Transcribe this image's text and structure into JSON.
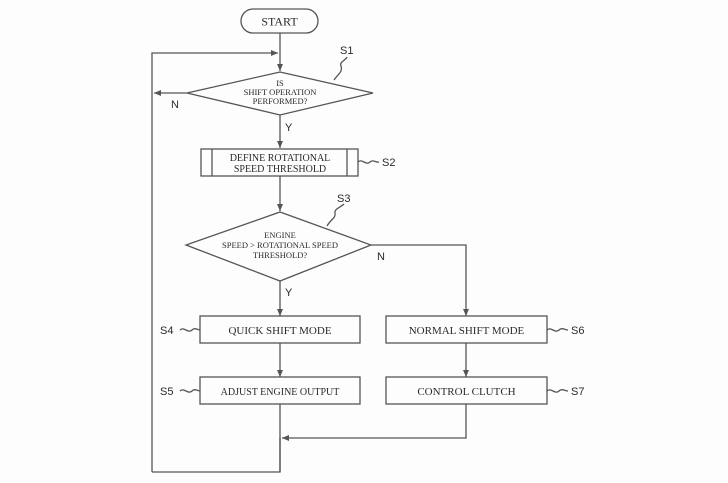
{
  "flowchart": {
    "start": {
      "label": "START"
    },
    "s1": {
      "step": "S1",
      "lines": [
        "IS",
        "SHIFT OPERATION",
        "PERFORMED?"
      ],
      "yes": "Y",
      "no": "N"
    },
    "s2": {
      "step": "S2",
      "lines": [
        "DEFINE ROTATIONAL",
        "SPEED THRESHOLD"
      ]
    },
    "s3": {
      "step": "S3",
      "lines": [
        "ENGINE",
        "SPEED > ROTATIONAL SPEED",
        "THRESHOLD?"
      ],
      "yes": "Y",
      "no": "N"
    },
    "s4": {
      "step": "S4",
      "label": "QUICK SHIFT MODE"
    },
    "s5": {
      "step": "S5",
      "label": "ADJUST ENGINE OUTPUT"
    },
    "s6": {
      "step": "S6",
      "label": "NORMAL SHIFT MODE"
    },
    "s7": {
      "step": "S7",
      "label": "CONTROL CLUTCH"
    }
  }
}
